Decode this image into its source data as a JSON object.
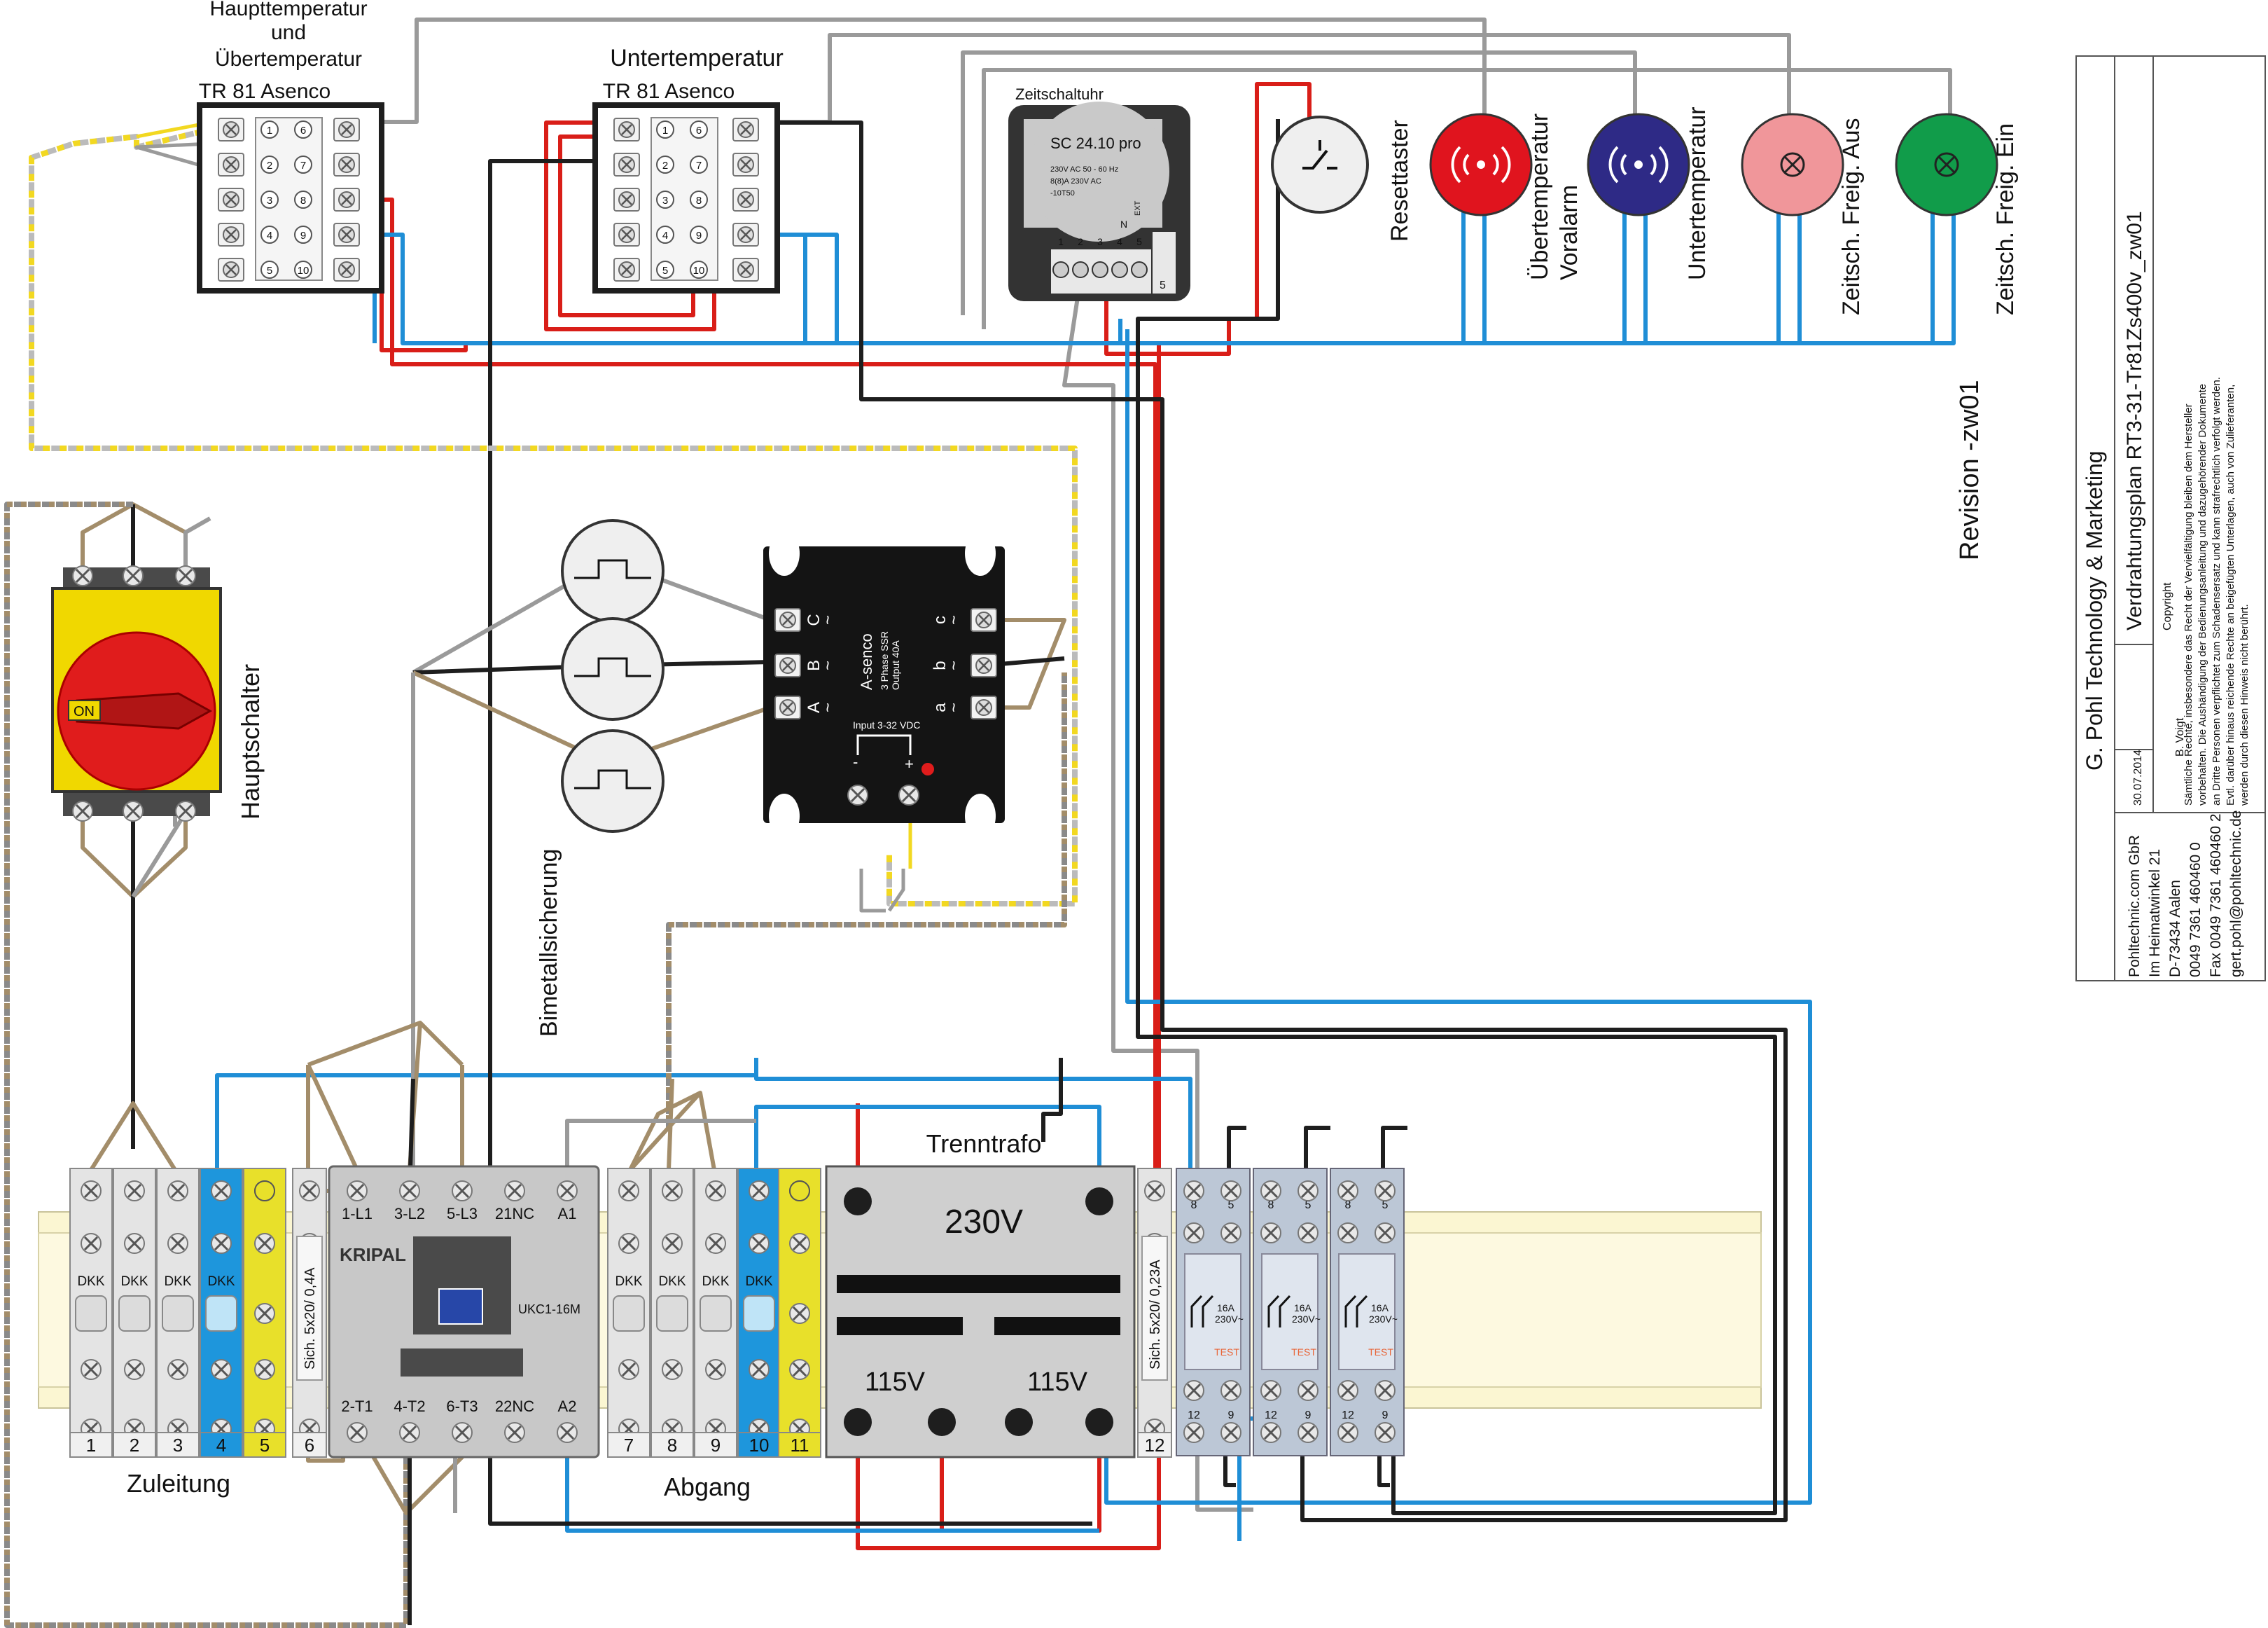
{
  "top": {
    "tr1_title": [
      "Haupttemperatur",
      "und",
      "Übertemperatur"
    ],
    "tr1_model": "TR 81 Asenco",
    "tr2_title": "Untertemperatur",
    "tr2_model": "TR 81 Asenco",
    "tr_numbers": [
      "1",
      "2",
      "3",
      "4",
      "5",
      "6",
      "7",
      "8",
      "9",
      "10"
    ],
    "timer_caption": "Zeitschaltuhr",
    "timer_model": "SC 24.10 pro",
    "timer_specs": [
      "230V AC 50 - 60 Hz",
      "8(8)A 230V AC",
      "-10T50"
    ],
    "timer_terminals": [
      "1",
      "2",
      "3",
      "4",
      "5"
    ],
    "timer_n": "N",
    "timer_ext": "EXT",
    "timer_five": "5",
    "reset": "Resettaster",
    "lamps": [
      {
        "label": "Übertemperatur",
        "label2": "Voralarm",
        "color": "#e0141e"
      },
      {
        "label": "Untertemperatur",
        "label2": "",
        "color": "#2e2a86"
      },
      {
        "label": "Zeitsch. Freig. Aus",
        "label2": "",
        "color": "#f0969a"
      },
      {
        "label": "Zeitsch. Freig. Ein",
        "label2": "",
        "color": "#119c4a"
      }
    ]
  },
  "revision": "Revision -zw01",
  "titleblock": {
    "company": "G. Pohl Technology & Marketing",
    "plan": "Verdrahtungsplan  RT3-31-Tr81Zs400v_zw01",
    "copyright_head": "Copyright",
    "copyright_text": [
      "Sämtliche Rechte, insbesondere das Recht  der Vervielfältigung bleiben dem Hersteller",
      "vorbehalten. Die Aushändigung der Bedienungsanleitung und dazugehörender Dokumente",
      "an Dritte Personen verpflichtet zum Schadensersatz und kann strafrechtlich verfolgt werden.",
      "Evtl. darüber hinaus reichende Rechte an beigefügten Unterlagen, auch von Zulieferanten,",
      "werden durch diesen Hinweis nicht berührt."
    ],
    "date": "30.07.2014",
    "author": "B. Voigt",
    "address": [
      "Pohltechnic.com GbR",
      "Im Heimatwinkel 21",
      "D-73434 Aalen",
      "0049 7361 460460 0",
      "Fax 0049 7361 460460 2",
      "gert.pohl@pohltechnic.de"
    ]
  },
  "mid": {
    "hauptschalter": "Hauptschalter",
    "on": "ON",
    "bimetall": "Bimetallsicherung",
    "ssr_brand": "A-senco",
    "ssr_type": "3 Phase SSR",
    "ssr_output": "Output 40A",
    "ssr_input": "Input 3-32 VDC",
    "ssr_minus": "-",
    "ssr_plus": "+",
    "ssr_in": [
      "C",
      "B",
      "A"
    ],
    "ssr_out": [
      "c",
      "b",
      "a"
    ],
    "ssr_tilde": "~"
  },
  "bottom": {
    "zuleitung": "Zuleitung",
    "abgang": "Abgang",
    "trenntrafo": "Trenntrafo",
    "dkk": "DKK",
    "fuse1": "Sich. 5x20/ 0,4A",
    "fuse2": "Sich. 5x20/ 0,23A",
    "terminals": [
      "1",
      "2",
      "3",
      "4",
      "5",
      "6",
      "7",
      "8",
      "9",
      "10",
      "11",
      "12"
    ],
    "contactor_top": [
      "1-L1",
      "3-L2",
      "5-L3",
      "21NC",
      "A1"
    ],
    "contactor_bot": [
      "2-T1",
      "4-T2",
      "6-T3",
      "22NC",
      "A2"
    ],
    "contactor_brand": "KRIPAL",
    "contactor_model": "UKC1-16M",
    "trafo_primary": "230V",
    "trafo_secondary": [
      "115V",
      "115V"
    ],
    "relay_top": [
      "8",
      "5"
    ],
    "relay_bot": [
      "12",
      "9"
    ],
    "relay_rating": [
      "16A",
      "230V~"
    ],
    "relay_test": "TEST"
  }
}
